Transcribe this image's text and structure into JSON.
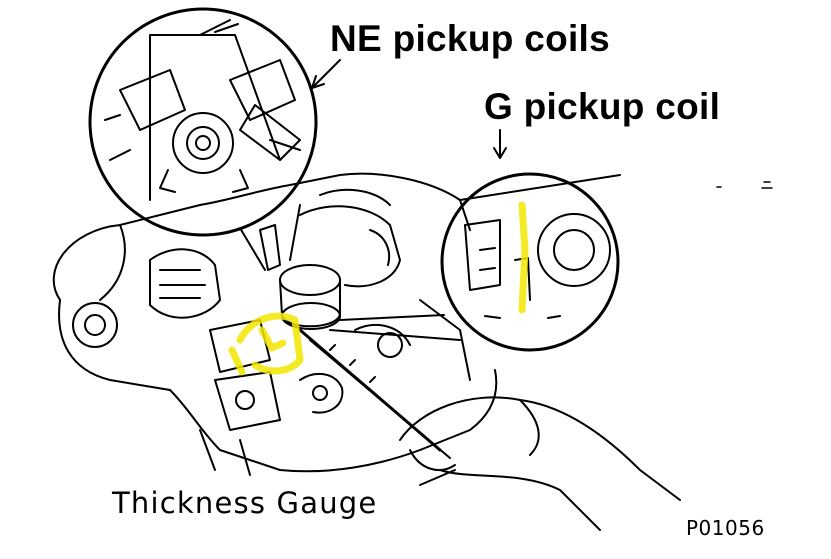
{
  "labels": {
    "ne_pickup_coils": "NE pickup coils",
    "g_pickup_coil": "G pickup coil",
    "thickness_gauge": "Thickness Gauge",
    "figure_code": "P01056"
  },
  "colors": {
    "line": "#000000",
    "highlight": "#f2e600",
    "background": "#ffffff"
  }
}
